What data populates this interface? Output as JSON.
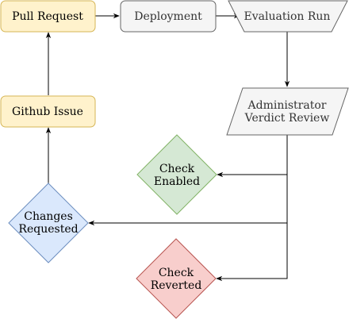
{
  "nodes": {
    "pull_request": {
      "label": "Pull Request",
      "fill": "#fff2cc",
      "stroke": "#d6b656"
    },
    "deployment": {
      "label": "Deployment",
      "fill": "#f5f5f5",
      "stroke": "#666666"
    },
    "evaluation_run": {
      "label": "Evaluation Run",
      "fill": "#f5f5f5",
      "stroke": "#666666"
    },
    "administrator_verdict_review": {
      "line1": "Administrator",
      "line2": "Verdict Review",
      "fill": "#f5f5f5",
      "stroke": "#666666"
    },
    "github_issue": {
      "label": "Github Issue",
      "fill": "#fff2cc",
      "stroke": "#d6b656"
    },
    "check_enabled": {
      "line1": "Check",
      "line2": "Enabled",
      "fill": "#d5e8d4",
      "stroke": "#82b366"
    },
    "changes_requested": {
      "line1": "Changes",
      "line2": "Requested",
      "fill": "#dae8fc",
      "stroke": "#6c8ebf"
    },
    "check_reverted": {
      "line1": "Check",
      "line2": "Reverted",
      "fill": "#f8cecc",
      "stroke": "#b85450"
    }
  },
  "edges": [
    {
      "from": "pull_request",
      "to": "deployment"
    },
    {
      "from": "deployment",
      "to": "evaluation_run"
    },
    {
      "from": "evaluation_run",
      "to": "administrator_verdict_review"
    },
    {
      "from": "administrator_verdict_review",
      "to": "check_enabled"
    },
    {
      "from": "administrator_verdict_review",
      "to": "changes_requested"
    },
    {
      "from": "administrator_verdict_review",
      "to": "check_reverted"
    },
    {
      "from": "changes_requested",
      "to": "github_issue"
    },
    {
      "from": "github_issue",
      "to": "pull_request"
    }
  ],
  "colors": {
    "edge": "#000000",
    "text": "#000000"
  }
}
